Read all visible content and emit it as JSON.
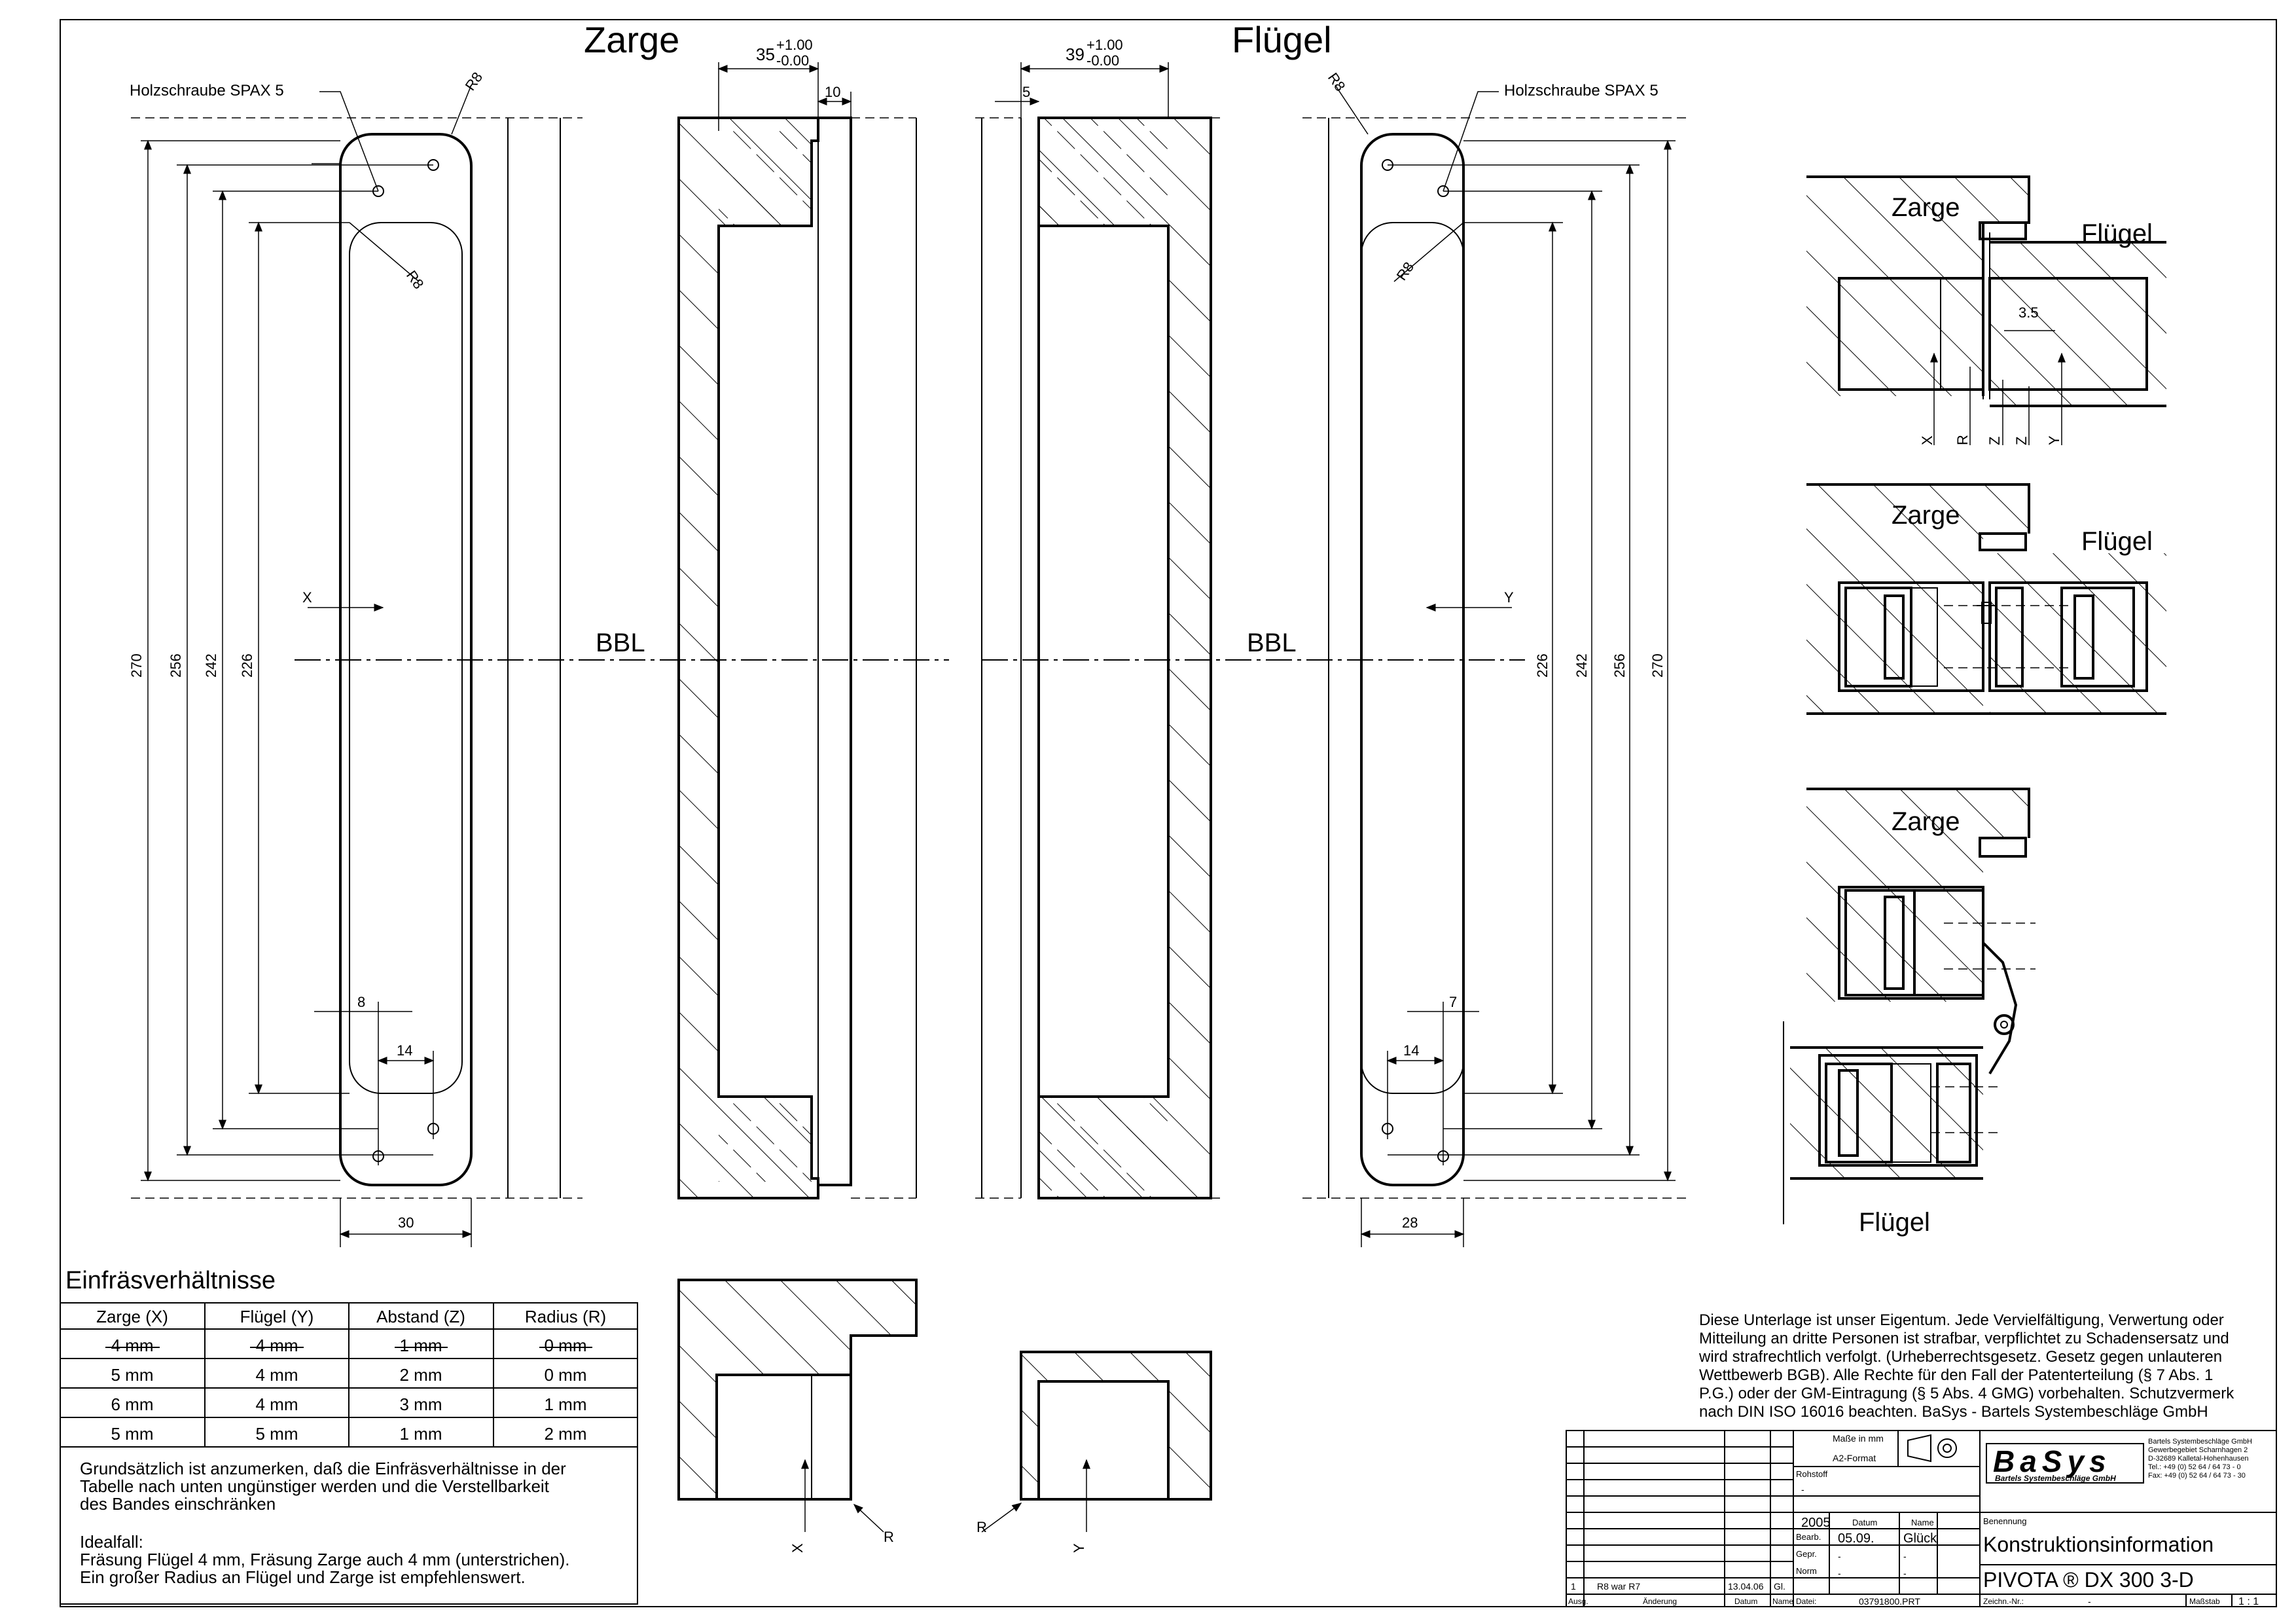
{
  "titles": {
    "zarge": "Zarge",
    "fluegel": "Flügel"
  },
  "screw_label": "Holzschraube SPAX 5",
  "bbl": "BBL",
  "radius_label": "R8",
  "dimensions": {
    "width_zarge": "35",
    "width_zarge_tol_upper": "+1.00",
    "width_zarge_tol_lower": "-0.00",
    "width_fluegel": "39",
    "width_fluegel_tol_upper": "+1.00",
    "width_fluegel_tol_lower": "-0.00",
    "depth_zarge": "10",
    "depth_fluegel": "5",
    "heights": [
      "270",
      "256",
      "242",
      "226"
    ],
    "zarge_offset": "8",
    "fluegel_offset": "7",
    "screw_spacing": "14",
    "zarge_width": "30",
    "fluegel_width": "28",
    "x_label": "X",
    "y_label": "Y",
    "r_label": "R",
    "z_label": "Z",
    "gap_35": "3.5"
  },
  "detail_labels": {
    "zarge": "Zarge",
    "fluegel": "Flügel"
  },
  "table": {
    "title": "Einfräsverhältnisse",
    "headers": [
      "Zarge (X)",
      "Flügel (Y)",
      "Abstand (Z)",
      "Radius (R)"
    ],
    "rows": [
      [
        "4 mm",
        "4 mm",
        "1 mm",
        "0 mm"
      ],
      [
        "5 mm",
        "4 mm",
        "2 mm",
        "0 mm"
      ],
      [
        "6 mm",
        "4 mm",
        "3 mm",
        "1 mm"
      ],
      [
        "5 mm",
        "5 mm",
        "1 mm",
        "2 mm"
      ]
    ]
  },
  "notes": {
    "line1": "Grundsätzlich ist anzumerken, daß die Einfräsverhältnisse in der",
    "line2": "Tabelle nach unten ungünstiger werden und die Verstellbarkeit",
    "line3": "des Bandes einschränken",
    "ideal_title": "Idealfall:",
    "ideal1": "Fräsung Flügel 4 mm, Fräsung Zarge auch 4 mm (unterstrichen).",
    "ideal2": "Ein großer Radius an Flügel und Zarge ist empfehlenswert."
  },
  "copyright": [
    "Diese Unterlage ist unser Eigentum. Jede Vervielfältigung, Verwertung oder",
    "Mitteilung an dritte Personen ist strafbar, verpflichtet zu Schadensersatz und",
    "wird strafrechtlich verfolgt. (Urheberrechtsgesetz. Gesetz gegen unlauteren",
    "Wettbewerb BGB). Alle Rechte für den Fall der Patenterteilung (§ 7 Abs. 1",
    "P.G.) oder der GM-Eintragung (§ 5 Abs. 4 GMG) vorbehalten. Schutzvermerk",
    "nach DIN ISO 16016 beachten. BaSys - Bartels Systembeschläge GmbH"
  ],
  "titleblock": {
    "masse": "Maße in mm",
    "format": "A2-Format",
    "rohstoff": "Rohstoff",
    "year": "2005",
    "datum": "Datum",
    "name": "Name",
    "bearb": "Bearb.",
    "date": "05.09.",
    "bearb_name": "Glück",
    "gepr": "Gepr.",
    "norm": "Norm",
    "dash": "-",
    "benennung": "Benennung",
    "title1": "Konstruktionsinformation",
    "title2": "PIVOTA ® DX 300 3-D",
    "rev_no": "1",
    "rev_text": "R8 war R7",
    "rev_date": "13.04.06",
    "rev_name": "Gl.",
    "ausg": "Ausg.",
    "aenderung": "Änderung",
    "datum_col": "Datum",
    "name_col": "Name",
    "datei": "Datei:",
    "file": "03791800.PRT",
    "zeichn": "Zeichn.-Nr.:",
    "zeichn_val": "-",
    "massstab": "Maßstab",
    "scale": "1 : 1",
    "logo": "BaSys",
    "logo_sub": "Bartels Systembeschläge GmbH",
    "company": [
      "Bartels Systembeschläge GmbH",
      "Gewerbegebiet Scharnhagen 2",
      "D-32689 Kalletal-Hohenhausen",
      "Tel.:  +49 (0) 52 64 / 64 73 - 0",
      "Fax:  +49 (0) 52 64 / 64 73 - 30"
    ]
  }
}
